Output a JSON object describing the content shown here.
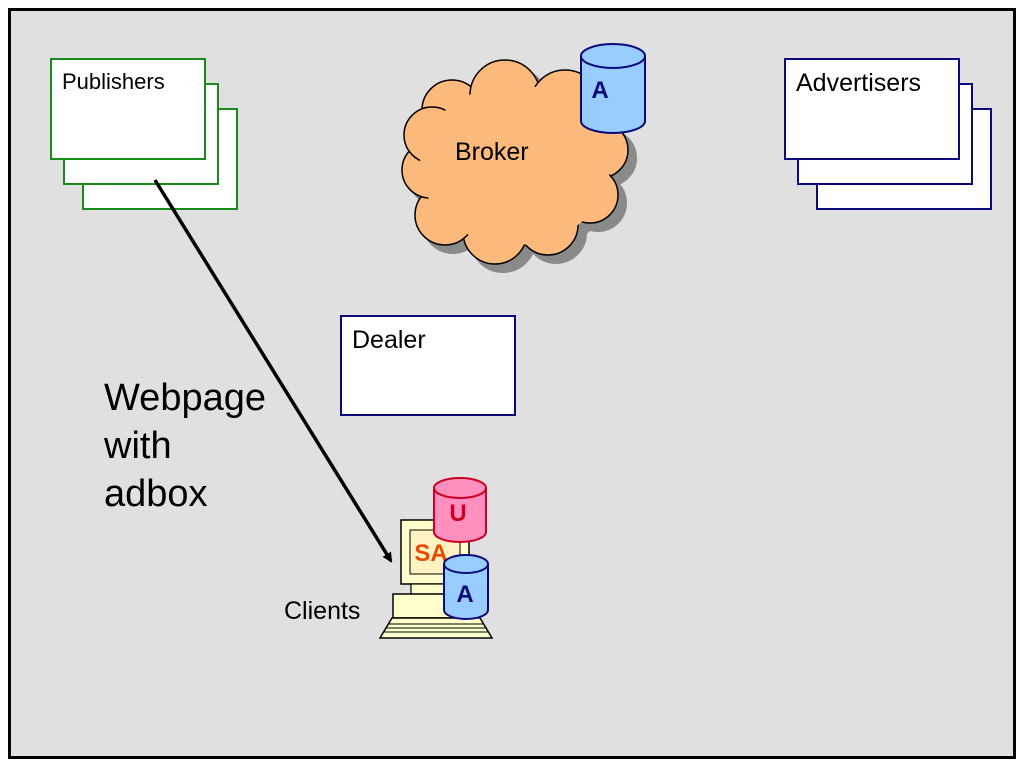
{
  "colors": {
    "background": "#e0e0e0",
    "publishers_border": "#1a8a1a",
    "advertisers_border": "#0a0a7a",
    "dealer_border": "#0a0a7a",
    "cloud_fill": "#fbb97c",
    "db_blue": "#99ccff",
    "db_pink": "#ff8fbf",
    "sa_text": "#e84a00",
    "u_text": "#cc0022",
    "a_text": "#0a0a7a"
  },
  "nodes": {
    "publishers": "Publishers",
    "advertisers": "Advertisers",
    "broker": "Broker",
    "dealer": "Dealer",
    "clients": "Clients"
  },
  "databases": {
    "broker_db": "A",
    "client_user_db": "U",
    "client_ad_db": "A",
    "client_agent": "SA"
  },
  "edge_label": {
    "line1": "Webpage",
    "line2": "with",
    "line3": "adbox"
  },
  "edges": [
    {
      "from": "publishers",
      "to": "clients",
      "label": "Webpage with adbox"
    }
  ]
}
